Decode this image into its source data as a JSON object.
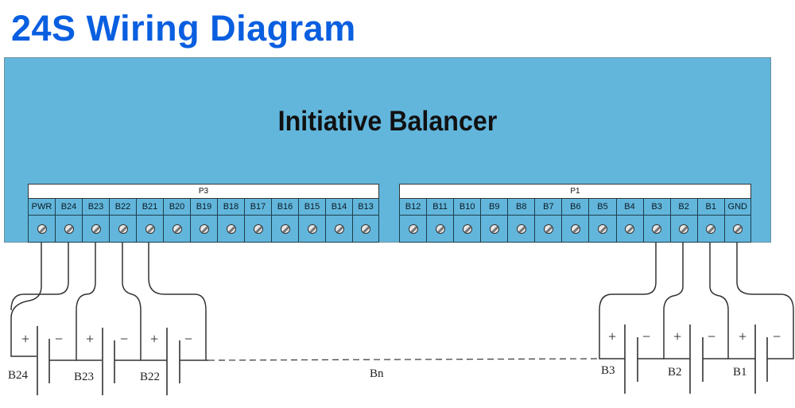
{
  "title": "24S Wiring Diagram",
  "board": {
    "name": "Initiative Balancer",
    "connectors": [
      {
        "name": "P3",
        "pins": [
          "PWR",
          "B24",
          "B23",
          "B22",
          "B21",
          "B20",
          "B19",
          "B18",
          "B17",
          "B16",
          "B15",
          "B14",
          "B13"
        ]
      },
      {
        "name": "P1",
        "pins": [
          "B12",
          "B11",
          "B10",
          "B9",
          "B8",
          "B7",
          "B6",
          "B5",
          "B4",
          "B3",
          "B2",
          "B1",
          "GND"
        ]
      }
    ]
  },
  "cells": {
    "left": [
      "B24",
      "B23",
      "B22"
    ],
    "middle": "Bn",
    "right": [
      "B3",
      "B2",
      "B1"
    ],
    "plus": "+",
    "minus": "−"
  },
  "colors": {
    "title": "#0a5fe0",
    "board": "#62b6dc"
  }
}
